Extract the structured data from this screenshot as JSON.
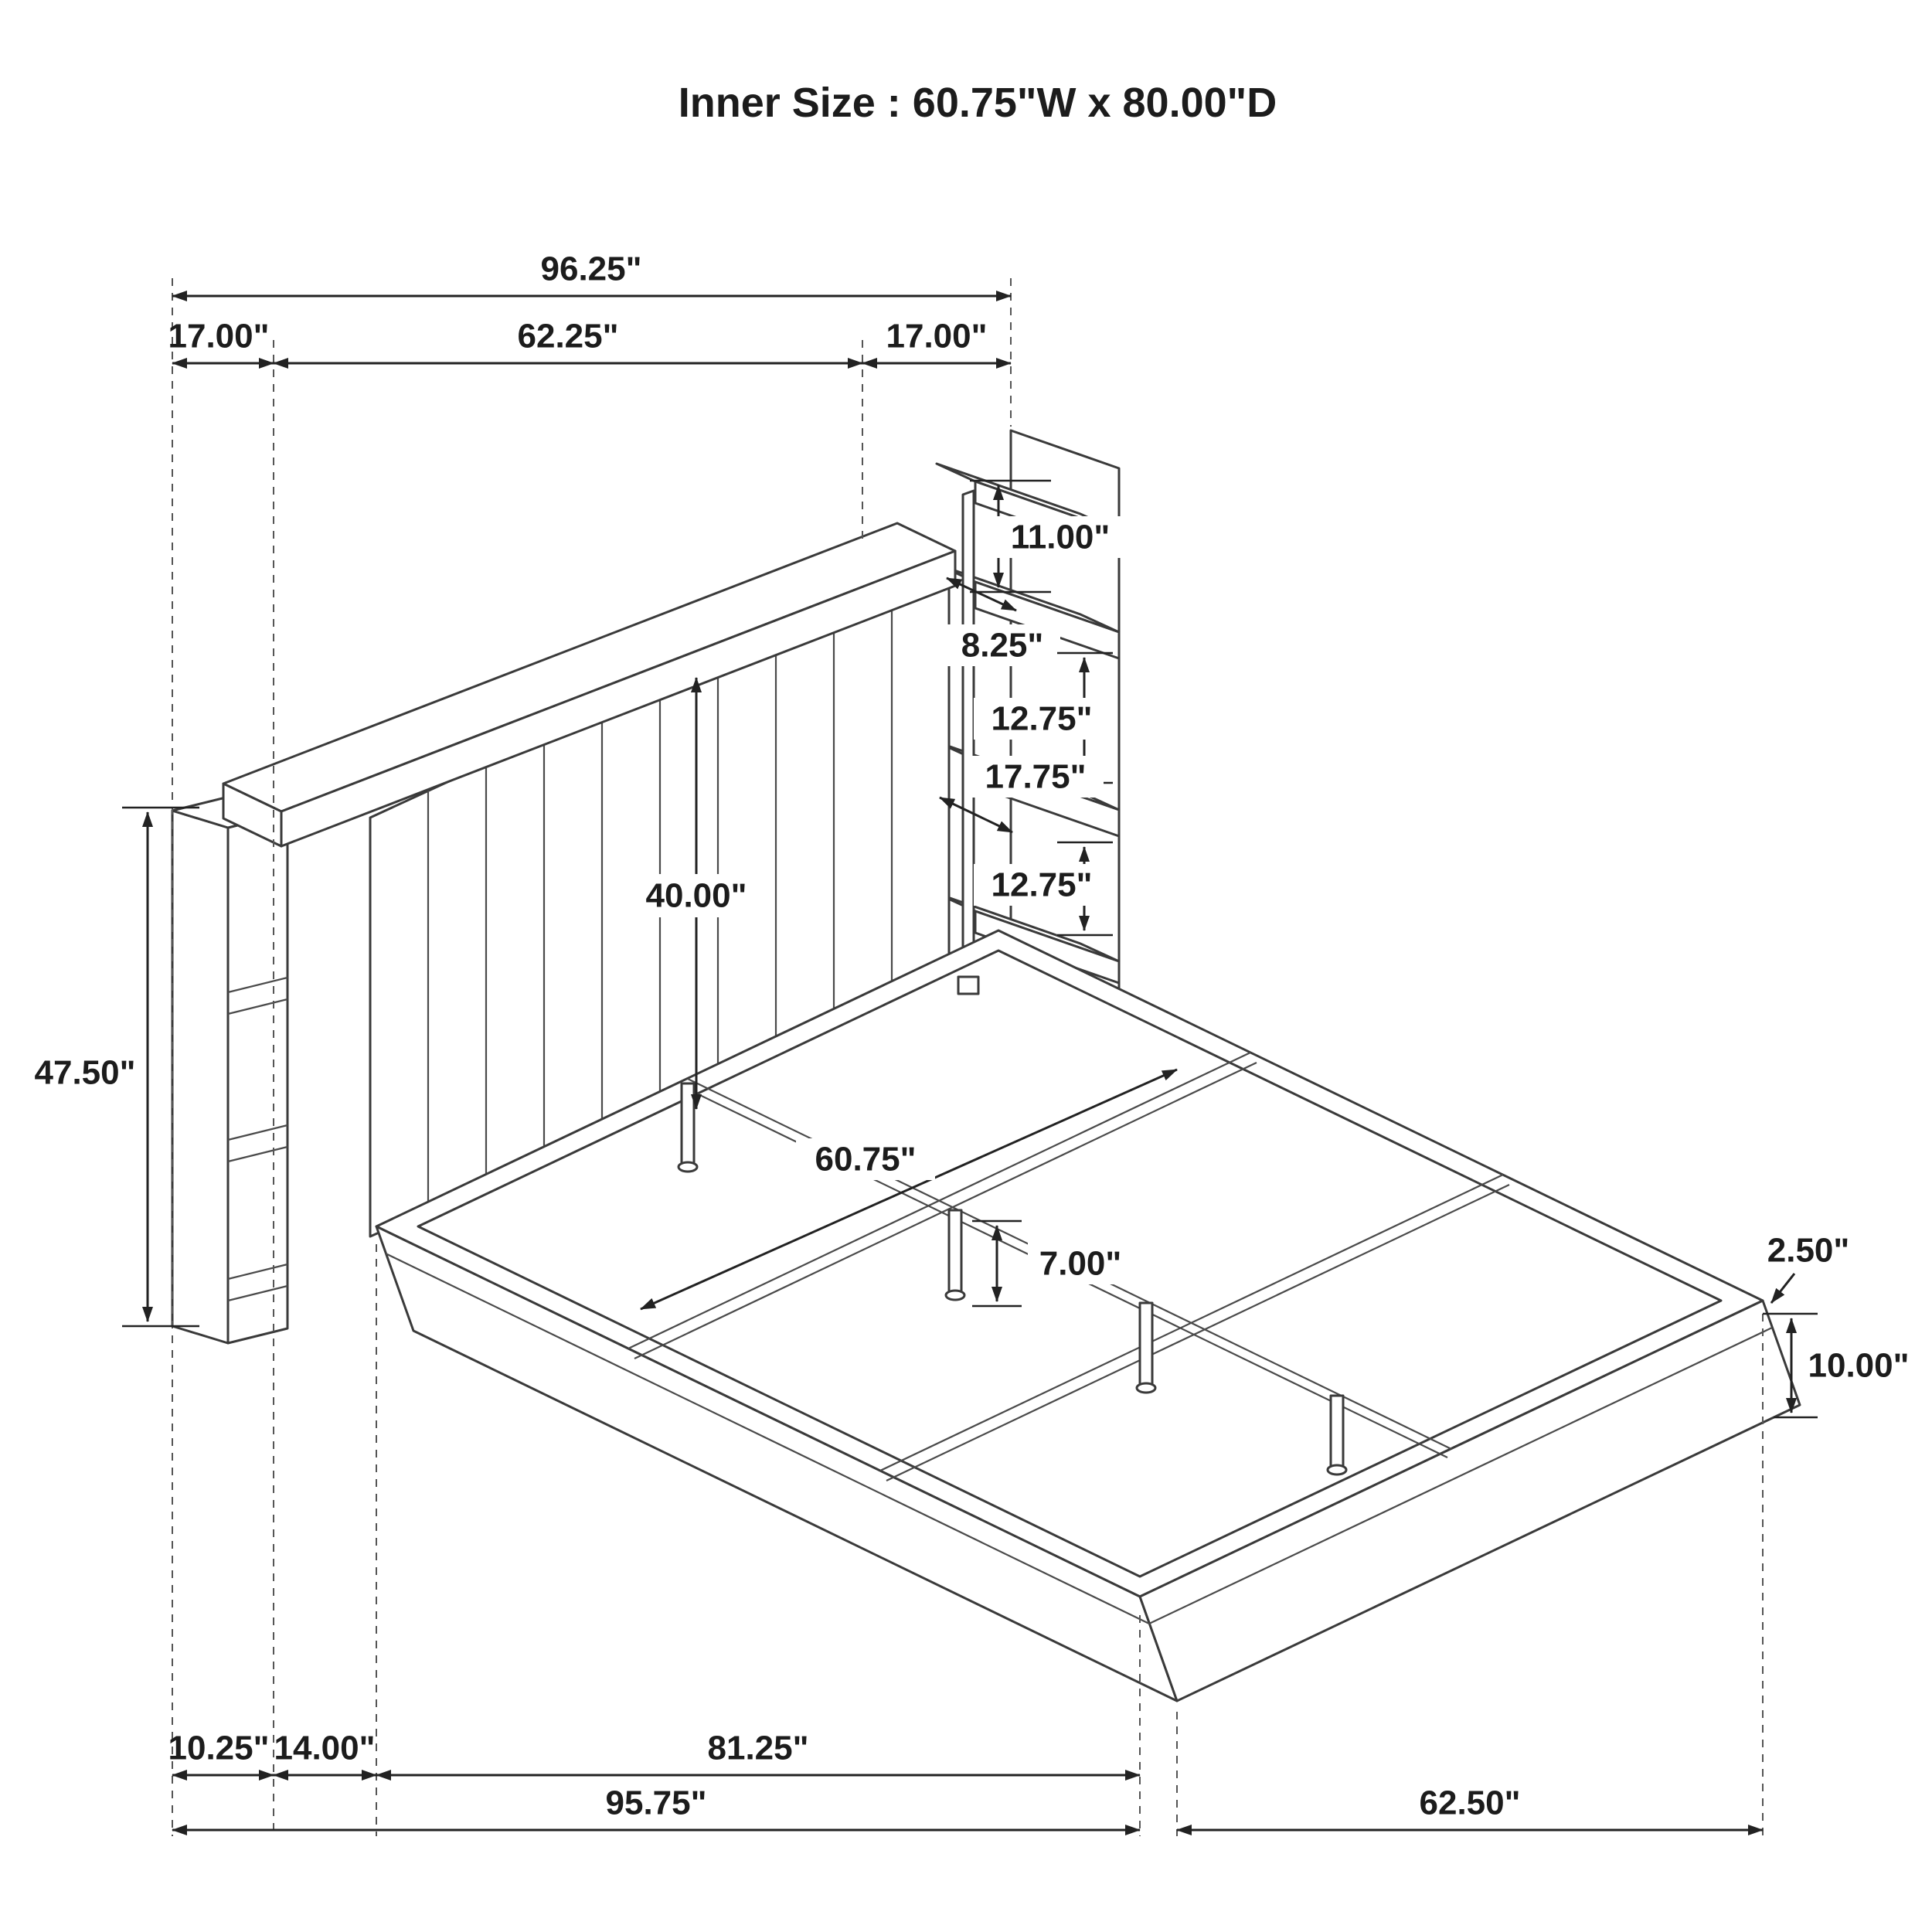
{
  "title": "Inner Size : 60.75\"W x 80.00\"D",
  "dimensions": {
    "top": {
      "total_width": "96.25\"",
      "left_tower_width": "17.00\"",
      "headboard_width": "62.25\"",
      "right_pier_width": "17.00\""
    },
    "pier": {
      "top_opening": "11.00\"",
      "shelf_depth": "8.25\"",
      "upper_opening": "12.75\"",
      "depth": "17.75\"",
      "lower_opening": "12.75\""
    },
    "headboard": {
      "height": "40.00\""
    },
    "tower": {
      "height": "47.50\""
    },
    "frame": {
      "inner_width": "60.75\"",
      "leg_height": "7.00\"",
      "rail_lip": "2.50\"",
      "side_height": "10.00\"",
      "inner_length": "81.25\"",
      "total_depth": "95.75\"",
      "outer_width": "62.50\""
    },
    "base": {
      "tower_depth": "10.25\"",
      "tower_front_gap": "14.00\""
    }
  }
}
